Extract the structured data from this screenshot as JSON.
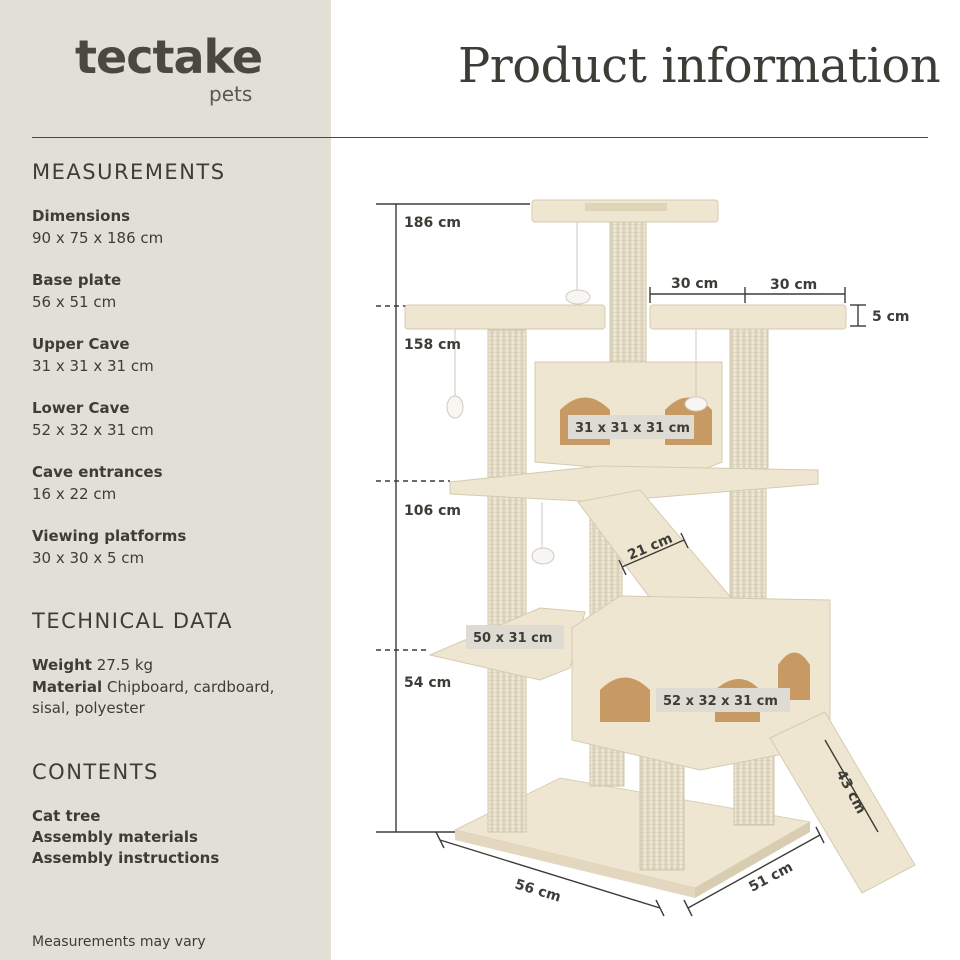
{
  "brand": {
    "name": "tectake",
    "sub": "pets"
  },
  "title": "Product information",
  "measurements": {
    "heading": "MEASUREMENTS",
    "items": [
      {
        "label": "Dimensions",
        "value": "90 x 75 x 186 cm"
      },
      {
        "label": "Base plate",
        "value": "56 x 51 cm"
      },
      {
        "label": "Upper Cave",
        "value": "31 x 31 x 31 cm"
      },
      {
        "label": "Lower Cave",
        "value": "52 x 32 x 31 cm"
      },
      {
        "label": "Cave entrances",
        "value": "16 x 22 cm"
      },
      {
        "label": "Viewing platforms",
        "value": "30 x 30 x 5 cm"
      }
    ]
  },
  "technical": {
    "heading": "TECHNICAL DATA",
    "weight_label": "Weight",
    "weight_value": "27.5 kg",
    "material_label": "Material",
    "material_value": "Chipboard, cardboard,",
    "material_value_2": "sisal, polyester"
  },
  "contents": {
    "heading": "CONTENTS",
    "items": [
      "Cat tree",
      "Assembly materials",
      "Assembly instructions"
    ]
  },
  "footnote": "Measurements may vary",
  "diagram": {
    "h_186": "186 cm",
    "h_158": "158 cm",
    "h_106": "106 cm",
    "h_54": "54 cm",
    "w_30a": "30 cm",
    "w_30b": "30 cm",
    "t_5": "5 cm",
    "upper_cave": "31 x 31 x 31 cm",
    "ramp_width": "21 cm",
    "hammock": "50 x 31 cm",
    "lower_cave": "52 x 32 x 31 cm",
    "ladder": "43 cm",
    "base_w": "56 cm",
    "base_d": "51 cm"
  },
  "colors": {
    "sidebar": "#e2e0d6",
    "text": "#3e3c37",
    "plush": "#efe6d2",
    "sisal": "#e4dcc6",
    "label_bg": "#dedbd3"
  }
}
